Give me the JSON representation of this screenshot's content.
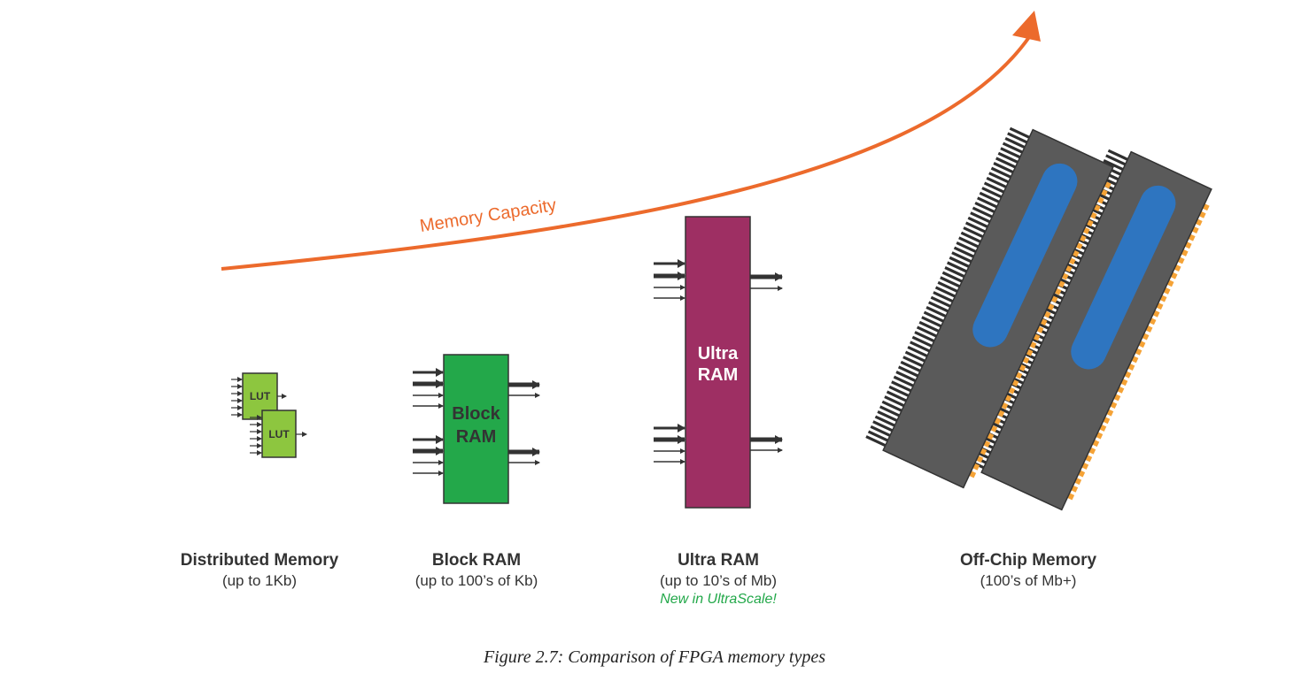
{
  "arrow": {
    "label": "Memory Capacity",
    "color": "#ec6a2c"
  },
  "colors": {
    "lut": "#8dc63f",
    "block_ram": "#23a84a",
    "ultra_ram": "#9e2f63",
    "chip_body": "#5a5a5a",
    "chip_window": "#2e75c0",
    "chip_pads": "#f5a337",
    "text": "#333333",
    "note": "#23a84a"
  },
  "distributed": {
    "lut_label": "LUT",
    "title": "Distributed Memory",
    "subtitle": "(up to 1Kb)"
  },
  "block": {
    "box_line1": "Block",
    "box_line2": "RAM",
    "title": "Block RAM",
    "subtitle": "(up to 100’s of Kb)"
  },
  "ultra": {
    "box_line1": "Ultra",
    "box_line2": "RAM",
    "title": "Ultra RAM",
    "subtitle": "(up to 10’s of Mb)",
    "note": "New in UltraScale!"
  },
  "offchip": {
    "title": "Off-Chip Memory",
    "subtitle": "(100’s of Mb+)",
    "icon": "memory-chip-icon"
  },
  "caption": "Figure 2.7:  Comparison of FPGA memory types"
}
